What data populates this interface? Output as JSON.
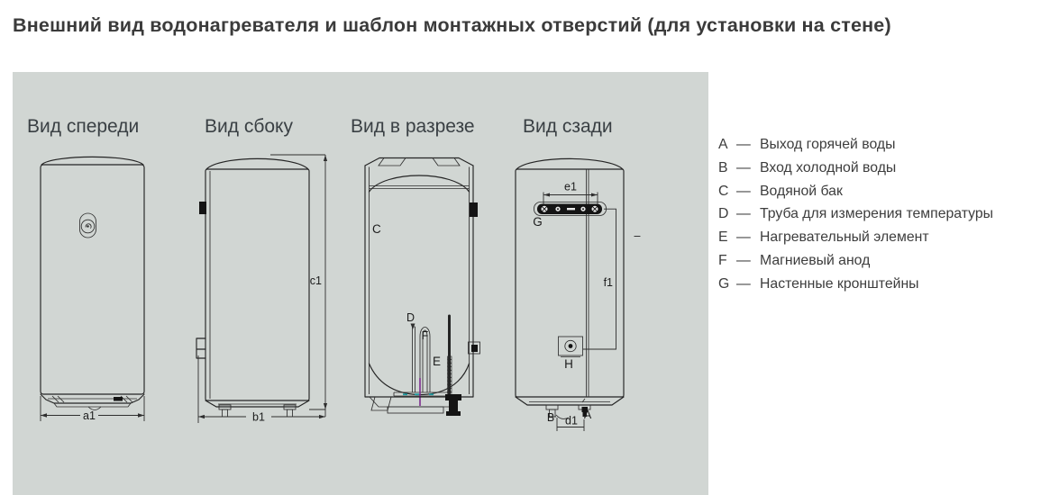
{
  "page": {
    "title": "Внешний вид водонагревателя и шаблон монтажных отверстий (для установки на стене)"
  },
  "views": {
    "front": {
      "label": "Вид спереди",
      "dim_a1": "a1"
    },
    "side": {
      "label": "Вид сбоку",
      "dim_b1": "b1",
      "dim_c1": "c1"
    },
    "section": {
      "label": "Вид в разрезе",
      "callout_c": "C",
      "callout_d": "D",
      "callout_e": "E",
      "callout_f": "F"
    },
    "rear": {
      "label": "Вид сзади",
      "callout_g": "G",
      "callout_h": "H",
      "callout_a": "A",
      "callout_b": "B",
      "dim_d1": "d1",
      "dim_e1": "e1",
      "dim_f1": "f1",
      "tick": "–"
    }
  },
  "legend": {
    "dash": "—",
    "items": [
      {
        "key": "A",
        "text": "Выход горячей воды"
      },
      {
        "key": "B",
        "text": "Вход холодной воды"
      },
      {
        "key": "C",
        "text": "Водяной бак"
      },
      {
        "key": "D",
        "text": "Труба для измерения температуры"
      },
      {
        "key": "E",
        "text": "Нагревательный элемент"
      },
      {
        "key": "F",
        "text": "Магниевый анод"
      },
      {
        "key": "G",
        "text": "Настенные кронштейны"
      }
    ]
  },
  "colors": {
    "panel": "#d1d6d3",
    "line": "#242424",
    "text": "#3d3d3d",
    "title": "#3b3b3b"
  }
}
